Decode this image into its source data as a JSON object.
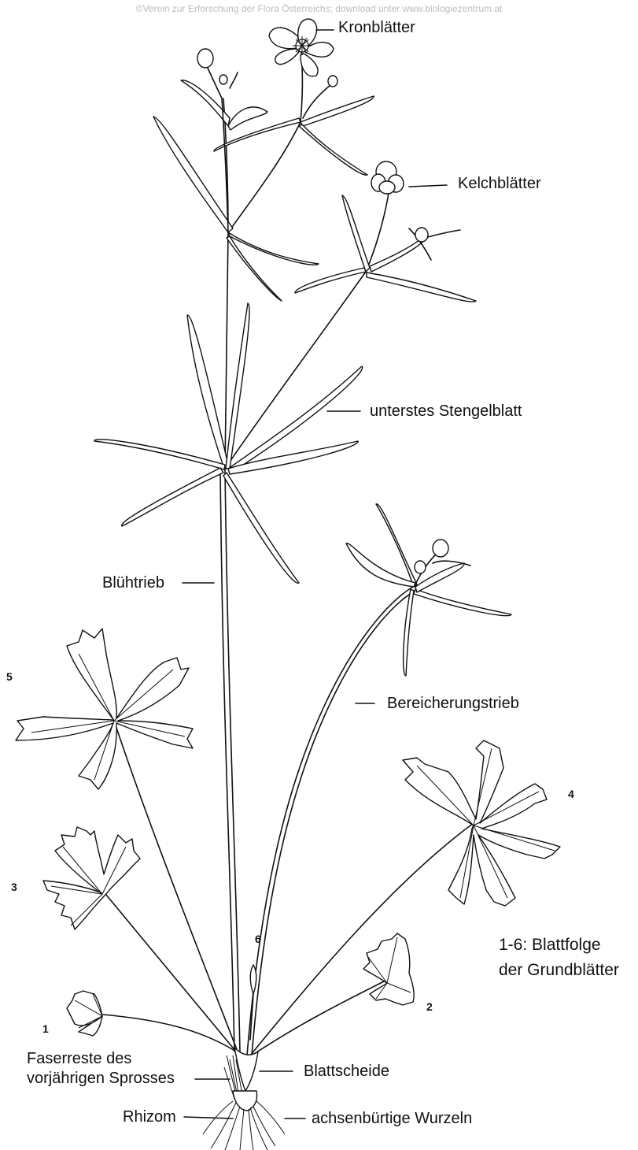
{
  "watermark": "©Verein zur Erforschung der Flora Österreichs; download unter www.biologiezentrum.at",
  "labels": {
    "kronblaetter": "Kronblätter",
    "kelchblaetter": "Kelchblätter",
    "unterstes_stengelblatt": "unterstes Stengelblatt",
    "bluehtrieb": "Blühtrieb",
    "bereicherungstrieb": "Bereicherungstrieb",
    "faserreste_line1": "Faserreste des",
    "faserreste_line2": "vorjährigen Sprosses",
    "blattscheide": "Blattscheide",
    "rhizom": "Rhizom",
    "wurzeln": "achsenbürtige Wurzeln"
  },
  "leaf_numbers": [
    "1",
    "2",
    "3",
    "4",
    "5",
    "6"
  ],
  "caption": {
    "line1": "1-6: Blattfolge",
    "line2": "der Grundblätter"
  }
}
